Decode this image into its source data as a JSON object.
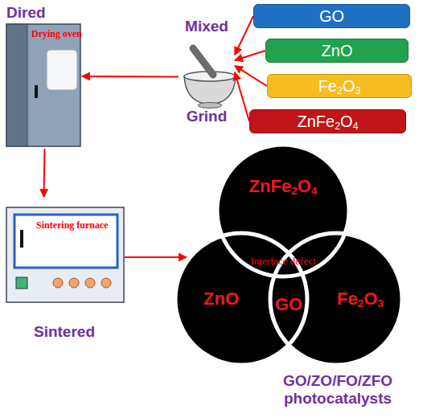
{
  "diagram": {
    "nodes": [
      {
        "text": [
          "Dired",
          "Drying oven"
        ]
      },
      {
        "text": [
          "Mixed",
          "Grind"
        ]
      },
      {
        "text": [
          "GO"
        ]
      },
      {
        "text": [
          "ZnO"
        ]
      },
      {
        "text": [
          "Fe2O3"
        ]
      },
      {
        "text": [
          "ZnFe2O4"
        ]
      },
      {
        "text": [
          "Sintering furnace",
          "Sintered"
        ]
      },
      {
        "text": [
          "GO/ZO/FO/ZFO photocatalysts"
        ]
      },
      {
        "text": [
          "ZnFe2O4"
        ],
        "in": 7
      },
      {
        "text": [
          "ZnO"
        ],
        "in": 7
      },
      {
        "text": [
          "Fe2O3"
        ],
        "in": 7
      }
    ],
    "edges": [
      {
        "from": 2,
        "to": 1,
        "arrow": "to"
      },
      {
        "from": 3,
        "to": 1,
        "arrow": "to"
      },
      {
        "from": 4,
        "to": 1,
        "arrow": "to"
      },
      {
        "from": 5,
        "to": 1,
        "arrow": "to"
      },
      {
        "from": 1,
        "to": 0,
        "arrow": "to"
      },
      {
        "from": 0,
        "to": 6,
        "arrow": "to"
      },
      {
        "from": 6,
        "to": 7,
        "arrow": "to"
      }
    ],
    "labels": [
      "Interface defect",
      "GO"
    ]
  }
}
